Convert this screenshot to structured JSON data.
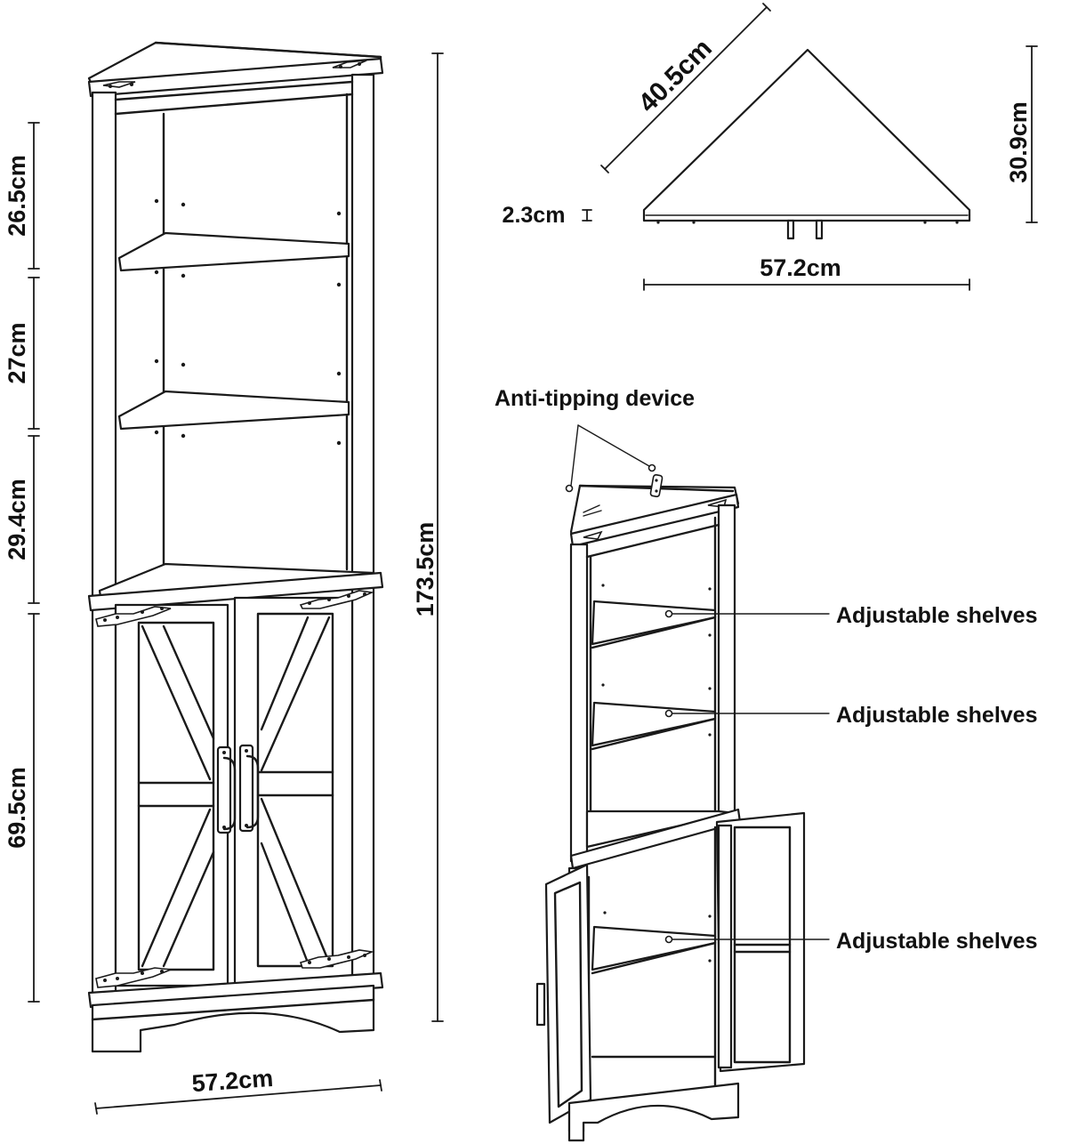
{
  "dimensions": {
    "shelf_top": "26.5cm",
    "shelf_mid": "27cm",
    "shelf_low": "29.4cm",
    "cabinet": "69.5cm",
    "total_height": "173.5cm",
    "front_width": "57.2cm",
    "top_diagonal": "40.5cm",
    "top_depth": "30.9cm",
    "top_thickness": "2.3cm",
    "top_width": "57.2cm"
  },
  "callouts": {
    "anti_tipping": "Anti-tipping device",
    "shelf_1": "Adjustable shelves",
    "shelf_2": "Adjustable shelves",
    "shelf_3": "Adjustable shelves"
  },
  "colors": {
    "line": "#1a1a1a",
    "background": "#ffffff"
  }
}
